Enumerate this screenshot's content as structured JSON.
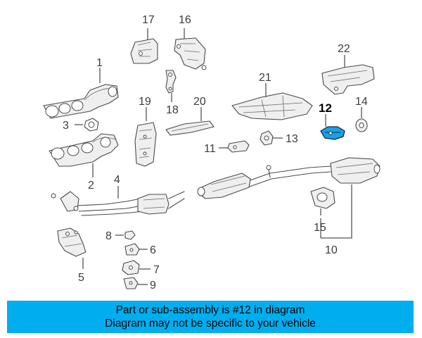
{
  "diagram": {
    "highlighted_part": "12",
    "labels": {
      "p1": "1",
      "p2": "2",
      "p3": "3",
      "p4": "4",
      "p5": "5",
      "p6": "6",
      "p7": "7",
      "p8": "8",
      "p9": "9",
      "p10": "10",
      "p11": "11",
      "p12": "12",
      "p13": "13",
      "p14": "14",
      "p15": "15",
      "p16": "16",
      "p17": "17",
      "p18": "18",
      "p19": "19",
      "p20": "20",
      "p21": "21",
      "p22": "22"
    },
    "highlight_color": "#1aa0e6"
  },
  "banner": {
    "line1": "Part or sub-assembly is #12 in diagram",
    "line2": "Diagram may not be specific to your vehicle",
    "background": "#00aeef"
  }
}
